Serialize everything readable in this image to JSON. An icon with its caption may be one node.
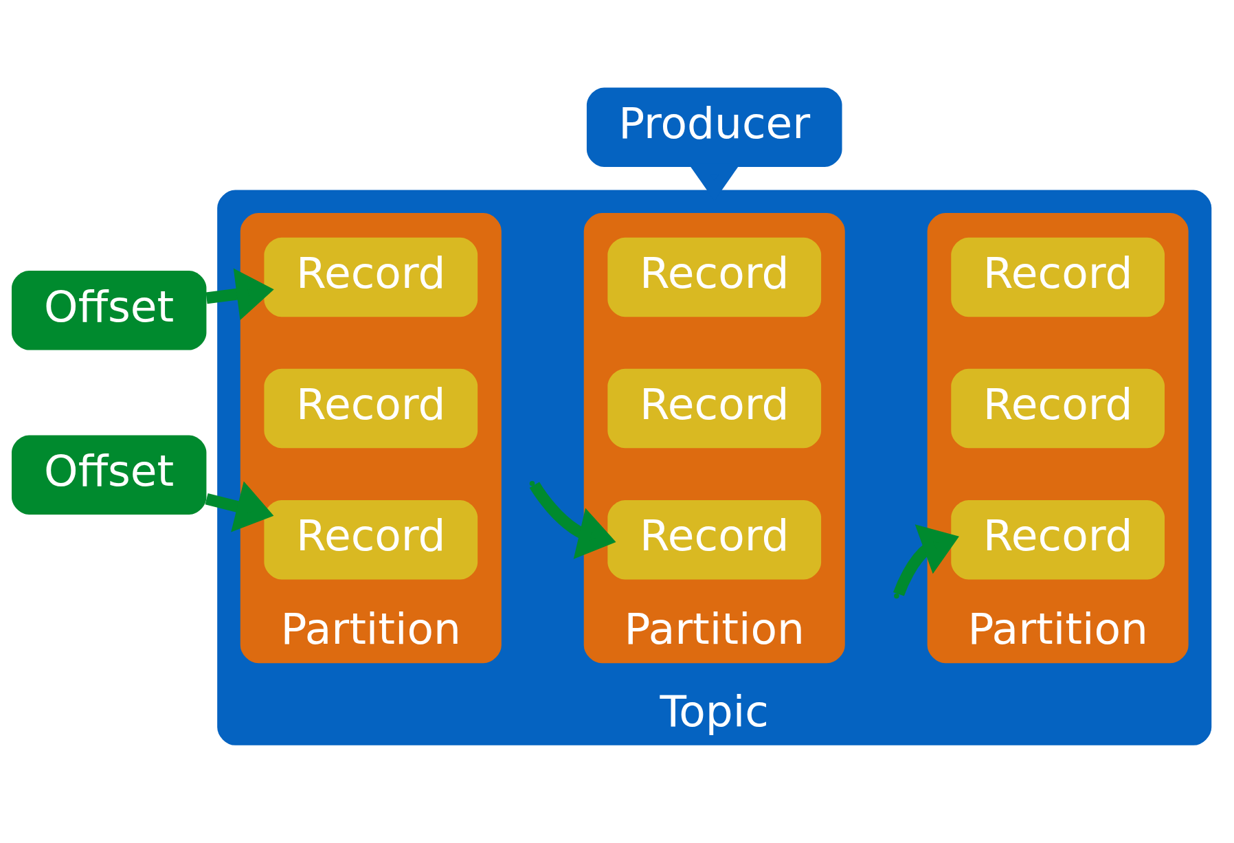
{
  "diagram": {
    "nodes": [
      {
        "text": [
          "Topic"
        ]
      },
      {
        "text": [
          "Partition"
        ],
        "in": 0
      },
      {
        "text": [
          "Record"
        ],
        "in": 1
      },
      {
        "text": [
          "Record"
        ],
        "in": 1
      },
      {
        "text": [
          "Record"
        ],
        "in": 1
      },
      {
        "text": [
          "Partition"
        ],
        "in": 0
      },
      {
        "text": [
          "Record"
        ],
        "in": 5
      },
      {
        "text": [
          "Record"
        ],
        "in": 5
      },
      {
        "text": [
          "Record"
        ],
        "in": 5
      },
      {
        "text": [
          "Partition"
        ],
        "in": 0
      },
      {
        "text": [
          "Record"
        ],
        "in": 9
      },
      {
        "text": [
          "Record"
        ],
        "in": 9
      },
      {
        "text": [
          "Record"
        ],
        "in": 9
      },
      {
        "text": [
          "Offset"
        ]
      },
      {
        "text": [
          "Offset"
        ]
      },
      {
        "text": [
          "Producer"
        ]
      }
    ],
    "edges": [
      {
        "from": 13,
        "to": 2,
        "arrow": "to"
      },
      {
        "from": 14,
        "to": 3,
        "arrow": "to"
      },
      {
        "from": null,
        "to": 6,
        "arrow": "to"
      },
      {
        "from": null,
        "to": 10,
        "arrow": "to"
      },
      {
        "from": 15,
        "to": 0,
        "arrow": "to",
        "color": "#0563c1"
      }
    ]
  }
}
